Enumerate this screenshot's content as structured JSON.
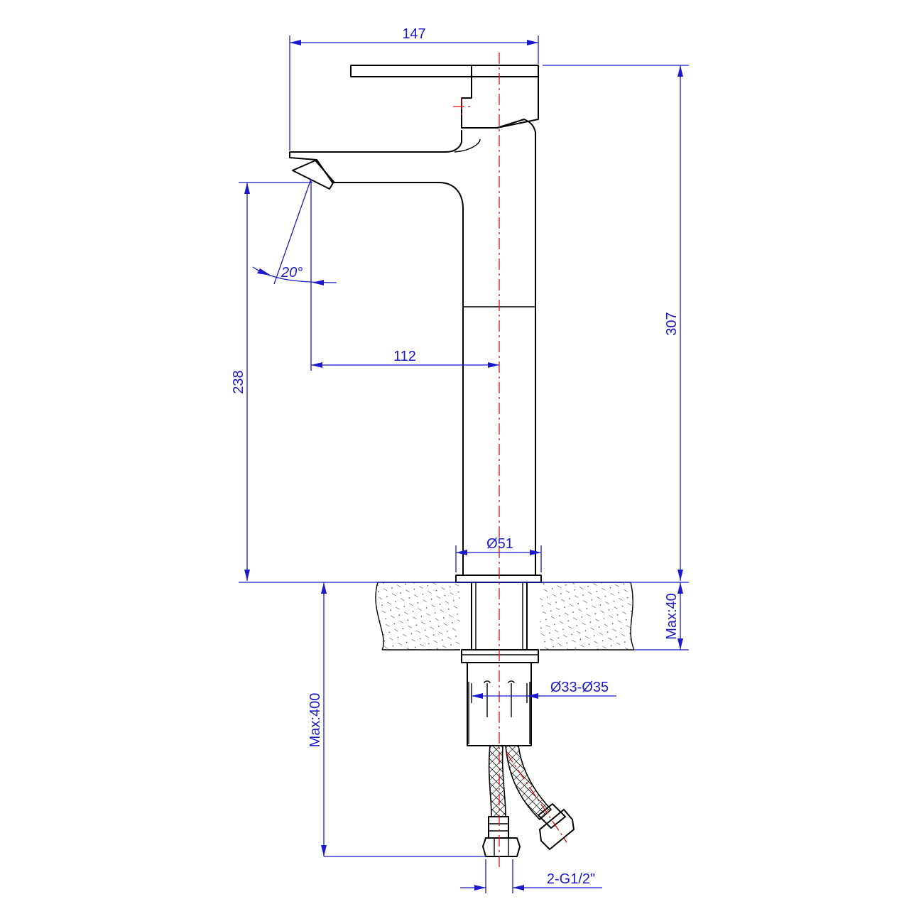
{
  "colors": {
    "object": "#000000",
    "dimension": "#1a1acc",
    "centerline": "#e01010",
    "background": "#ffffff"
  },
  "dimensions": {
    "top_width": "147",
    "total_height": "307",
    "spout_height": "238",
    "spout_reach": "112",
    "spout_angle": "20°",
    "body_diameter": "Ø51",
    "deck_thickness": "Max:40",
    "hole_diameter": "Ø33-Ø35",
    "hose_length": "Max:400",
    "hose_connector": "2-G1/2\""
  }
}
